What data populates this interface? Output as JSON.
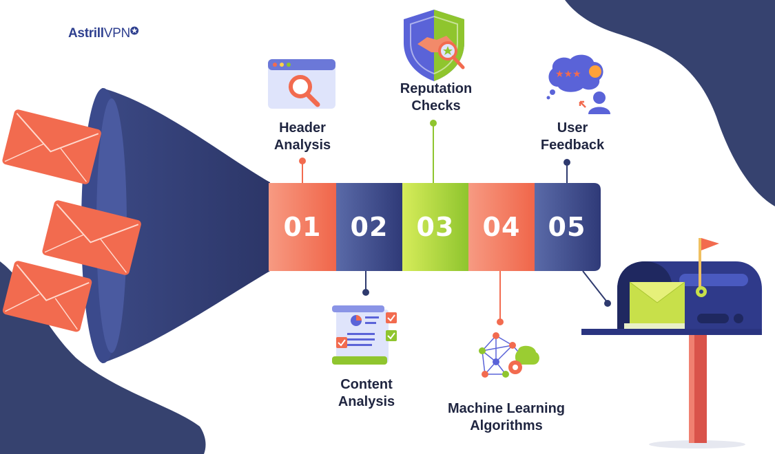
{
  "brand": {
    "name": "Astrill",
    "suffix": "VPN",
    "mark": "✪"
  },
  "steps": [
    {
      "number": "01",
      "line1": "Header",
      "line2": "Analysis",
      "icon": "browser-search-icon"
    },
    {
      "number": "02",
      "line1": "Content",
      "line2": "Analysis",
      "icon": "document-chart-icon"
    },
    {
      "number": "03",
      "line1": "Reputation",
      "line2": "Checks",
      "icon": "shield-handshake-icon"
    },
    {
      "number": "04",
      "line1": "Machine Learning",
      "line2": "Algorithms",
      "icon": "neural-network-icon"
    },
    {
      "number": "05",
      "line1": "User",
      "line2": "Feedback",
      "icon": "rating-feedback-icon"
    }
  ],
  "colors": {
    "navy": "#2e3a6e",
    "coral": "#f26b4f",
    "green": "#9acd32",
    "slate": "#4a5a9a"
  }
}
